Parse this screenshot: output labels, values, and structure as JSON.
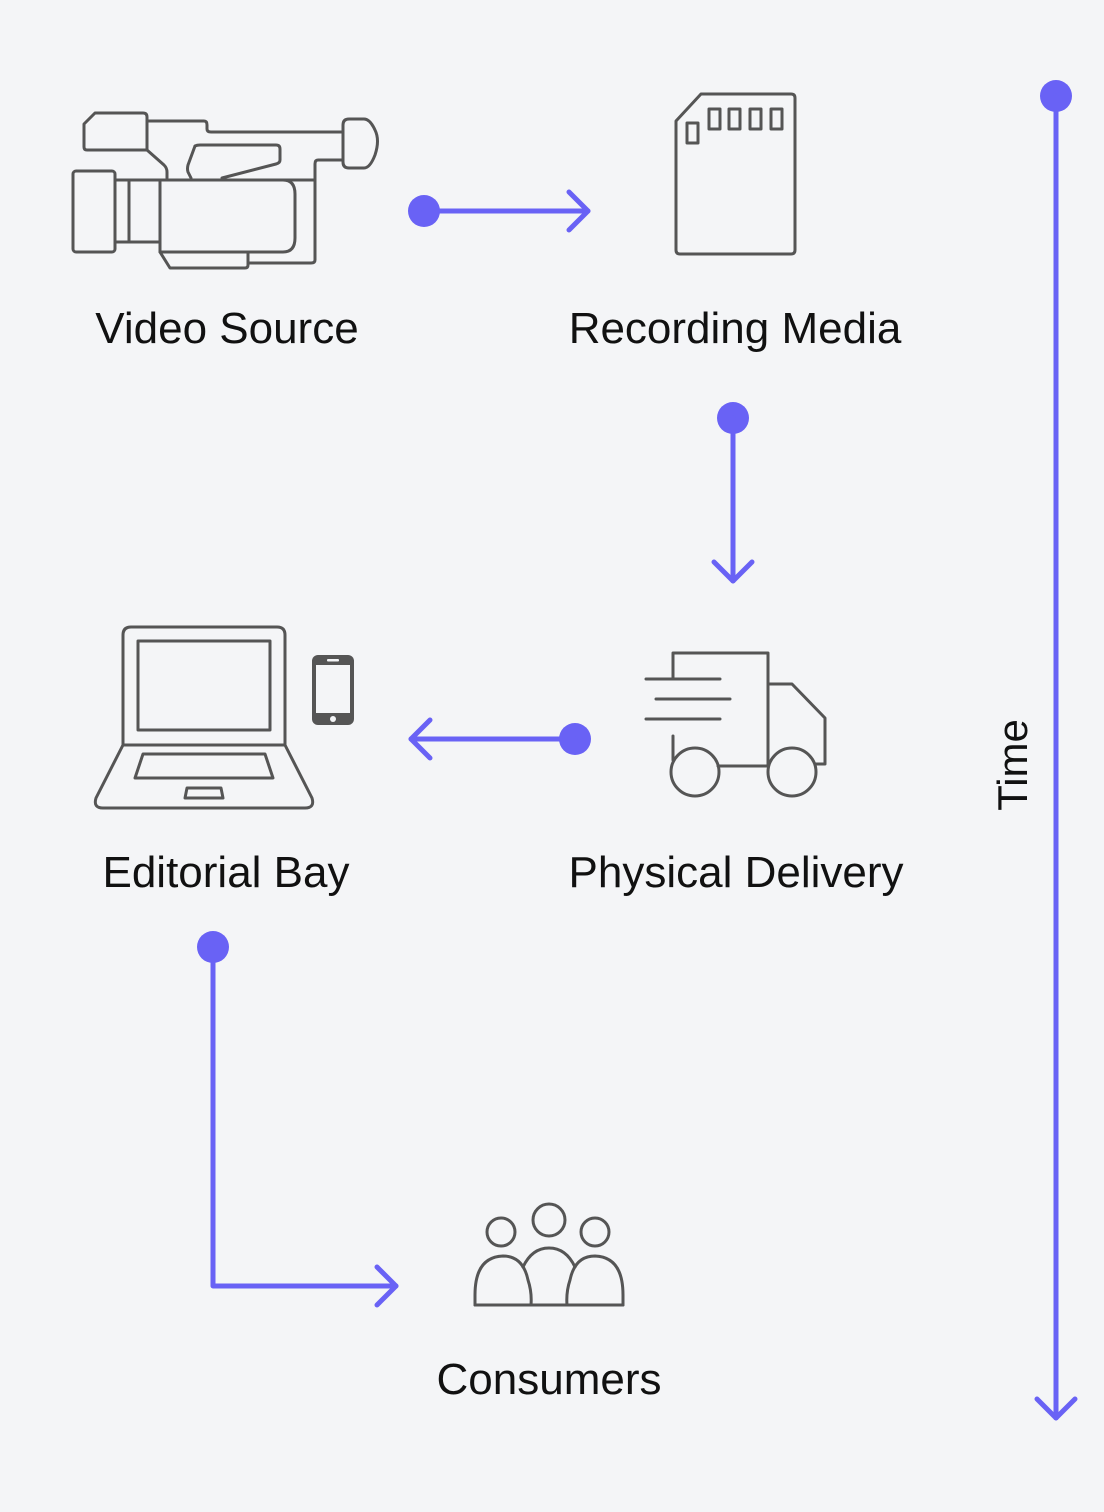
{
  "diagram": {
    "title": "",
    "accent_color": "#6962f5",
    "icon_color": "#555555",
    "nodes": [
      {
        "id": "video-source",
        "label": "Video Source",
        "icon": "video-camera-icon"
      },
      {
        "id": "recording-media",
        "label": "Recording Media",
        "icon": "sd-card-icon"
      },
      {
        "id": "physical-delivery",
        "label": "Physical Delivery",
        "icon": "delivery-truck-icon"
      },
      {
        "id": "editorial-bay",
        "label": "Editorial Bay",
        "icon": "laptop-and-phone-icon"
      },
      {
        "id": "consumers",
        "label": "Consumers",
        "icon": "people-group-icon"
      }
    ],
    "edges": [
      {
        "from": "video-source",
        "to": "recording-media"
      },
      {
        "from": "recording-media",
        "to": "physical-delivery"
      },
      {
        "from": "physical-delivery",
        "to": "editorial-bay"
      },
      {
        "from": "editorial-bay",
        "to": "consumers"
      }
    ],
    "time_axis": {
      "label": "Time",
      "direction": "down"
    }
  }
}
